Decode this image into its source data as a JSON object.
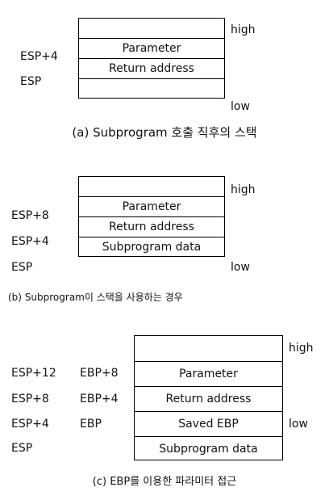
{
  "diagrams": [
    {
      "rows": [
        "",
        "Parameter",
        "Return address",
        ""
      ],
      "left_labels": [
        "ESP+4",
        "ESP"
      ],
      "right_labels": {
        "high": "high",
        "low": "low"
      },
      "caption": "(a) Subprogram 호출 직후의 스택"
    },
    {
      "rows": [
        "",
        "Parameter",
        "Return address",
        "Subprogram data"
      ],
      "left_labels": [
        "ESP+8",
        "ESP+4",
        "ESP"
      ],
      "right_labels": {
        "high": "high",
        "low": "low"
      },
      "caption": "(b) Subprogram이 스택을 사용하는 경우"
    },
    {
      "rows": [
        "",
        "Parameter",
        "Return address",
        "Saved EBP",
        "Subprogram data"
      ],
      "esp_labels": [
        "ESP+12",
        "ESP+8",
        "ESP+4",
        "ESP"
      ],
      "ebp_labels": [
        "EBP+8",
        "EBP+4",
        "EBP"
      ],
      "right_labels": {
        "high": "high",
        "low": "low"
      },
      "caption": "(c) EBP를 이용한 파라미터 접근"
    }
  ]
}
